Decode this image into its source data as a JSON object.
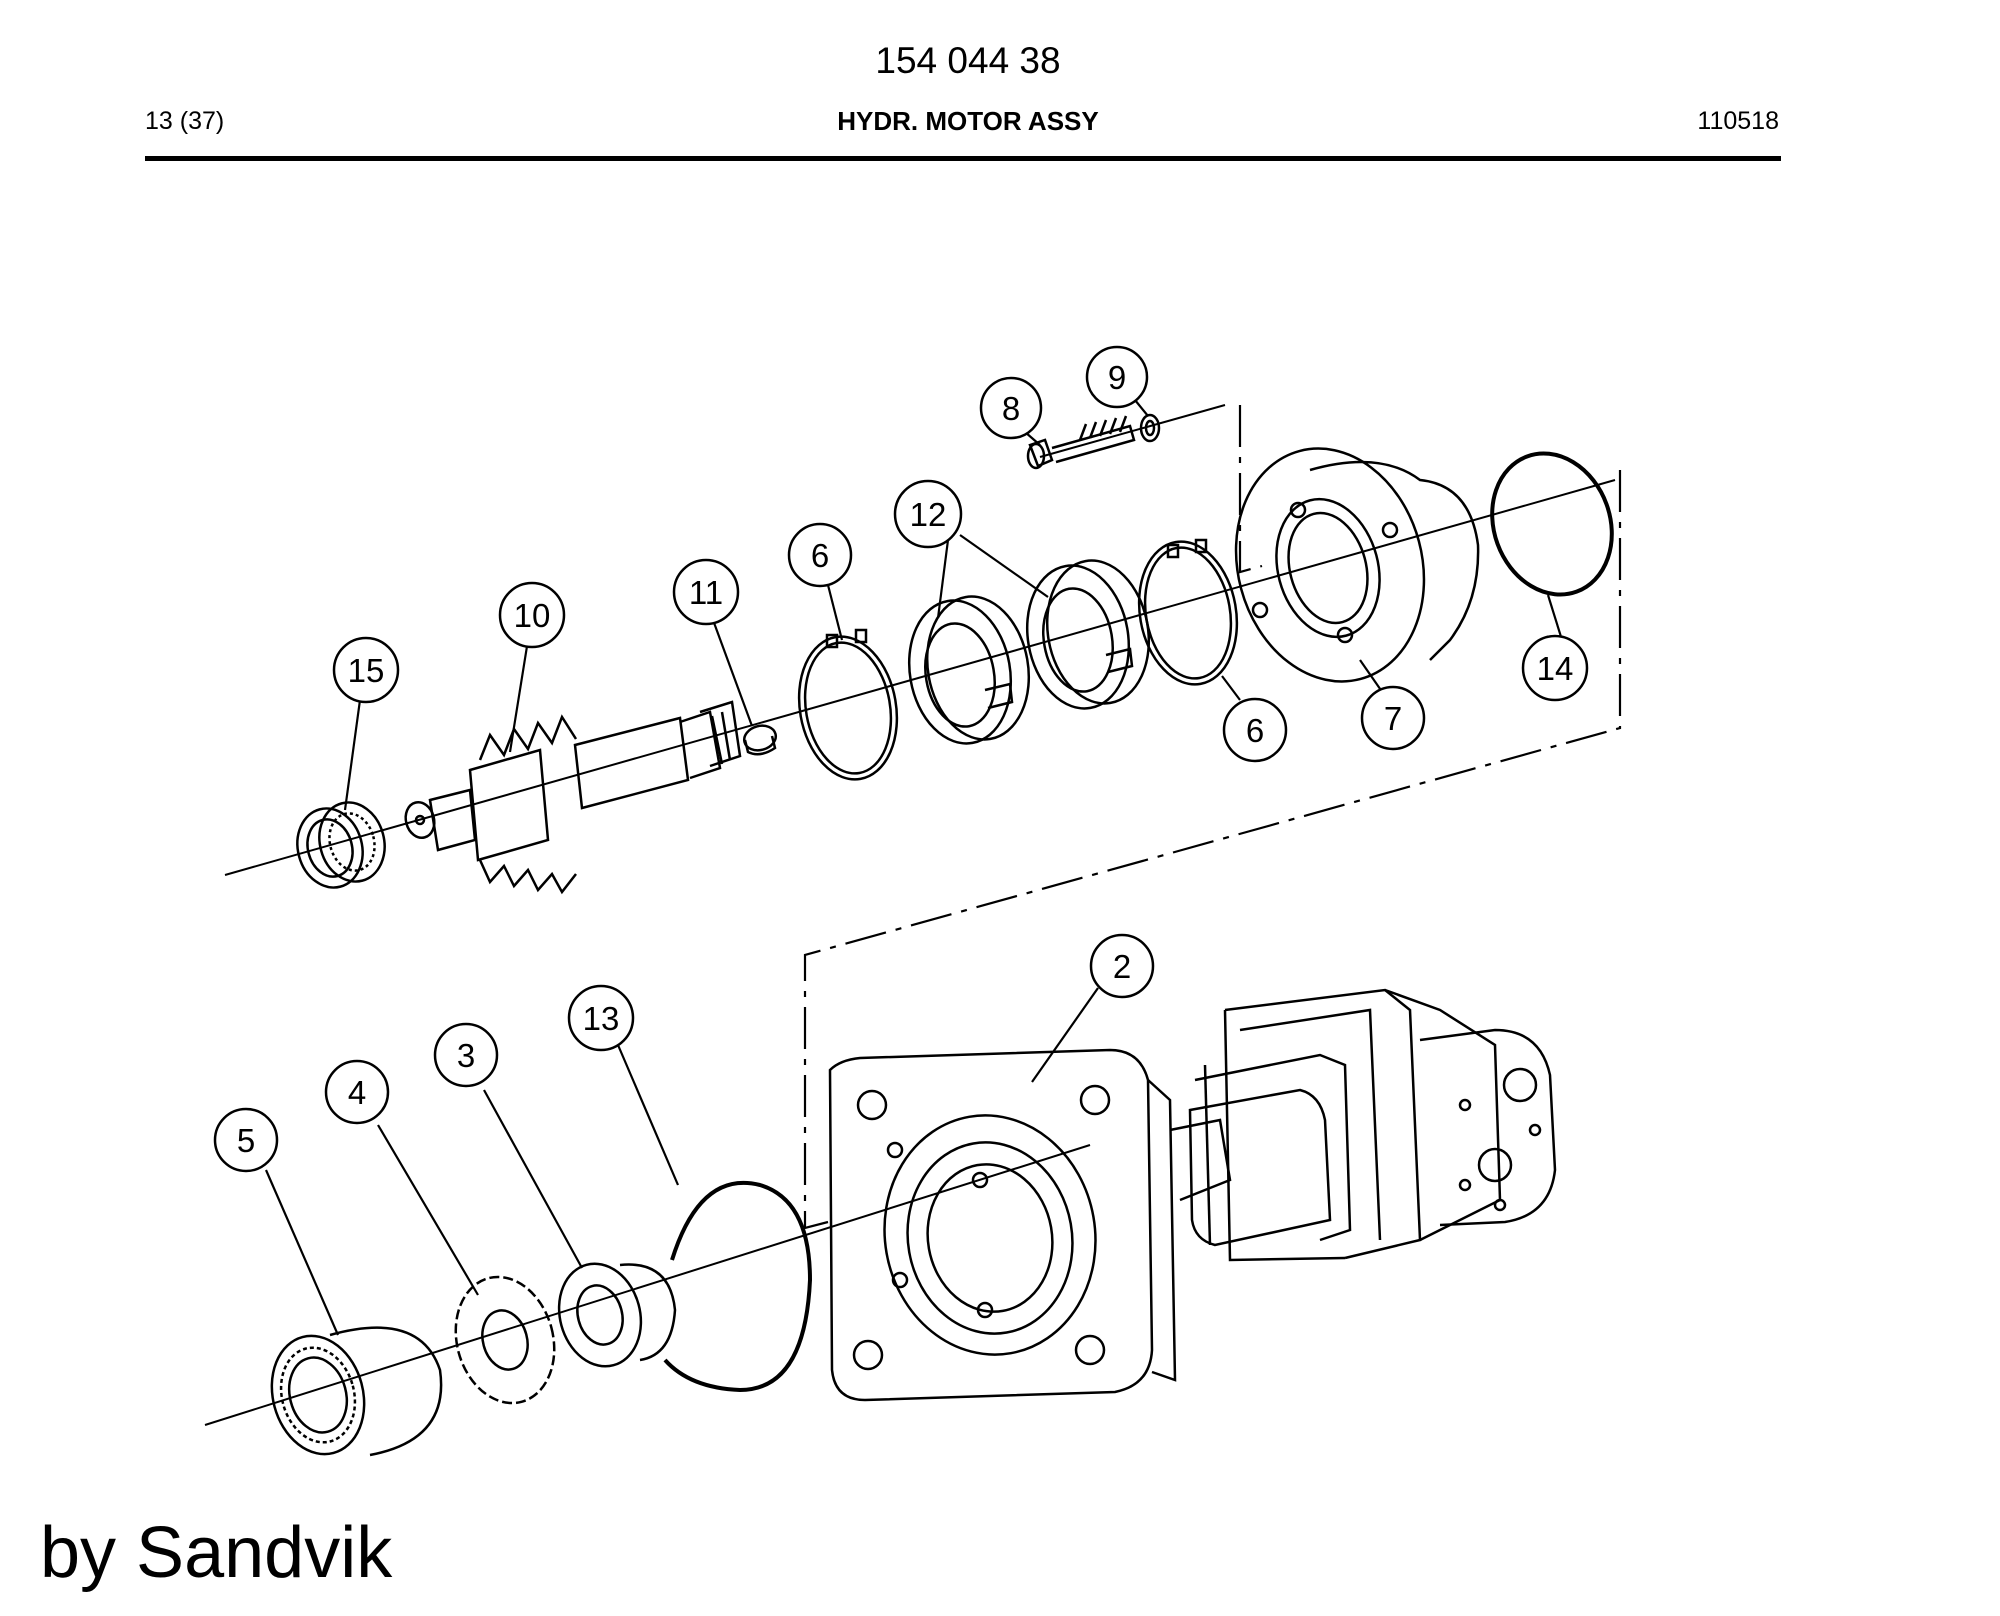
{
  "header": {
    "doc_number": "154 044 38",
    "page_count": "13 (37)",
    "title": "HYDR. MOTOR ASSY",
    "date": "110518"
  },
  "watermark": "by Sandvik",
  "callouts": [
    {
      "id": "c8",
      "label": "8"
    },
    {
      "id": "c9",
      "label": "9"
    },
    {
      "id": "c12",
      "label": "12"
    },
    {
      "id": "c6a",
      "label": "6"
    },
    {
      "id": "c11",
      "label": "11"
    },
    {
      "id": "c10",
      "label": "10"
    },
    {
      "id": "c15",
      "label": "15"
    },
    {
      "id": "c6b",
      "label": "6"
    },
    {
      "id": "c7",
      "label": "7"
    },
    {
      "id": "c14",
      "label": "14"
    },
    {
      "id": "c2",
      "label": "2"
    },
    {
      "id": "c13",
      "label": "13"
    },
    {
      "id": "c3",
      "label": "3"
    },
    {
      "id": "c4",
      "label": "4"
    },
    {
      "id": "c5",
      "label": "5"
    }
  ]
}
